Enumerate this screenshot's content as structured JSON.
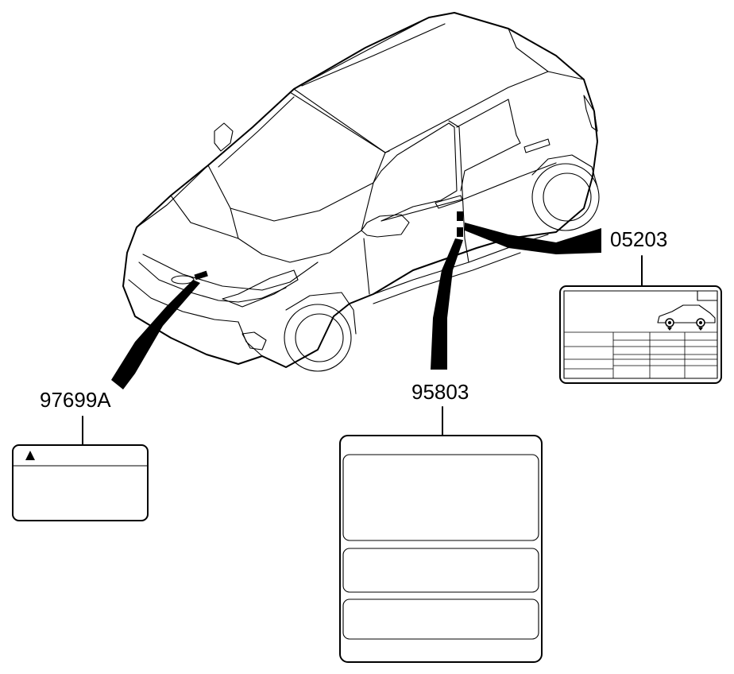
{
  "callouts": [
    {
      "id": "hood-label",
      "part_number": "97699A"
    },
    {
      "id": "tire-label",
      "part_number": "95803"
    },
    {
      "id": "door-label",
      "part_number": "05203"
    }
  ],
  "icons": {
    "warning": "warning-triangle-icon",
    "car": "car-side-icon"
  },
  "colors": {
    "line": "#000000",
    "background": "#ffffff"
  }
}
